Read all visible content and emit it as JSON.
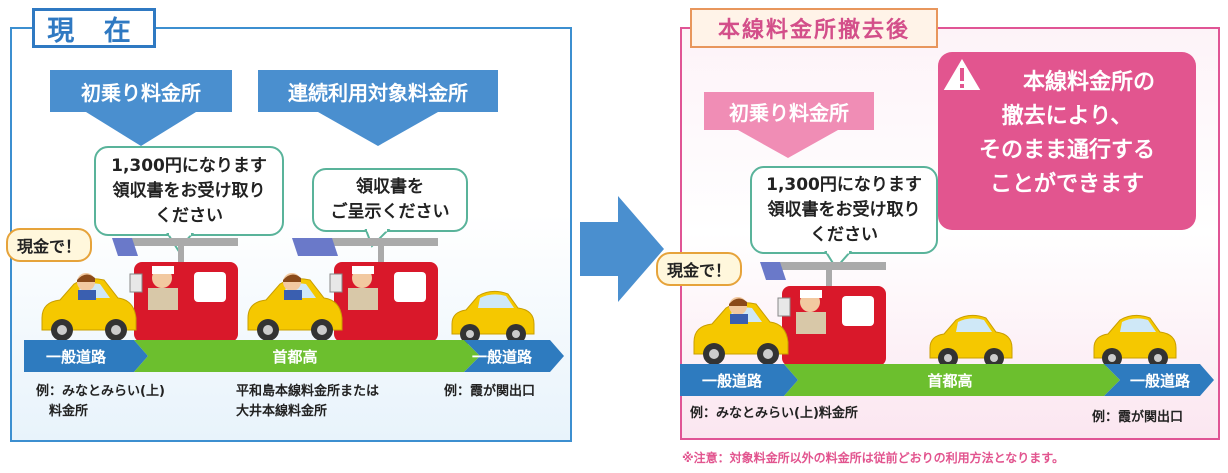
{
  "before": {
    "tab_label": "現 在",
    "first_booth_label": "初乗り料金所",
    "continuous_booth_label": "連続利用対象料金所",
    "bubble_first": [
      "1,300円になります",
      "領収書をお受け取り",
      "ください"
    ],
    "bubble_continuous": [
      "領収書を",
      "ご呈示ください"
    ],
    "cash_label": "現金で！",
    "road": {
      "left": "一般道路",
      "middle": "首都高",
      "right": "一般道路"
    },
    "captions": {
      "left": [
        "例：みなとみらい(上)",
        "　料金所"
      ],
      "middle": [
        "平和島本線料金所または",
        "大井本線料金所"
      ],
      "right": [
        "例：霞が関出口"
      ]
    }
  },
  "after": {
    "tab_label": "本線料金所撤去後",
    "first_booth_label": "初乗り料金所",
    "notice": [
      "本線料金所の",
      "撤去により、",
      "そのまま通行する",
      "ことができます"
    ],
    "bubble_first": [
      "1,300円になります",
      "領収書をお受け取り",
      "ください"
    ],
    "cash_label": "現金で！",
    "road": {
      "left": "一般道路",
      "middle": "首都高",
      "right": "一般道路"
    },
    "captions": {
      "left": [
        "例：みなとみらい(上)料金所"
      ],
      "right": [
        "例：霞が関出口"
      ]
    }
  },
  "footnote": "※注意：対象料金所以外の料金所は従前どおりの利用方法となります。",
  "colors": {
    "blue": "#4a8fcf",
    "pink": "#e2558f",
    "green_road": "#6cbf2e",
    "booth_red": "#d9182a",
    "car_yellow": "#f5c800"
  }
}
